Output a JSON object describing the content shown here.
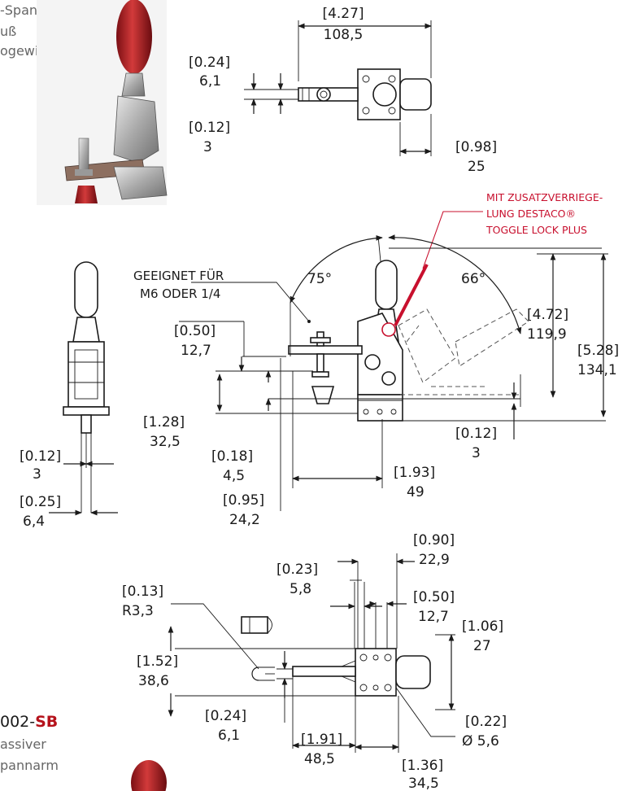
{
  "side_text": {
    "line1": "-Spannarm,",
    "line2": "uß",
    "line3": "ogewinkelt",
    "bottom1": "assiver",
    "bottom2": "pannarm"
  },
  "part_number": {
    "prefix": "002-",
    "suffix": "SB",
    "suffix_color": "#b5121b"
  },
  "callouts": {
    "lock_plus": {
      "line1": "MIT ZUSATZVERRIEGE-",
      "line2": "LUNG DESTACO®",
      "line3": "TOGGLE LOCK PLUS",
      "color": "#c8102e"
    },
    "thread": {
      "line1": "GEEIGNET FÜR",
      "line2": "M6 ODER 1/4"
    }
  },
  "angles": {
    "left": "75°",
    "right": "66°"
  },
  "dims": {
    "top_width": {
      "inch": "[4.27]",
      "mm": "108,5"
    },
    "top_arm_h": {
      "inch": "[0.24]",
      "mm": "6,1"
    },
    "top_arm_t": {
      "inch": "[0.12]",
      "mm": "3"
    },
    "top_handle": {
      "inch": "[0.98]",
      "mm": "25"
    },
    "height_arm": {
      "inch": "[4.72]",
      "mm": "119,9"
    },
    "height_total": {
      "inch": "[5.28]",
      "mm": "134,1"
    },
    "arm_height": {
      "inch": "[0.50]",
      "mm": "12,7"
    },
    "spindle_h": {
      "inch": "[1.28]",
      "mm": "32,5"
    },
    "spindle_off": {
      "inch": "[0.18]",
      "mm": "4,5"
    },
    "spindle_len": {
      "inch": "[0.95]",
      "mm": "24,2"
    },
    "reach": {
      "inch": "[1.93]",
      "mm": "49"
    },
    "base_t": {
      "inch": "[0.12]",
      "mm": "3"
    },
    "end_t": {
      "inch": "[0.12]",
      "mm": "3"
    },
    "end_w": {
      "inch": "[0.25]",
      "mm": "6,4"
    },
    "base_w": {
      "inch": "[0.90]",
      "mm": "22,9"
    },
    "hole_sp": {
      "inch": "[0.23]",
      "mm": "5,8"
    },
    "hole_sp2": {
      "inch": "[0.50]",
      "mm": "12,7"
    },
    "base_d": {
      "inch": "[1.06]",
      "mm": "27"
    },
    "radius": {
      "inch": "[0.13]",
      "mm": "R3,3"
    },
    "slot_len": {
      "inch": "[1.52]",
      "mm": "38,6"
    },
    "slot_w": {
      "inch": "[0.24]",
      "mm": "6,1"
    },
    "slot_reach": {
      "inch": "[1.91]",
      "mm": "48,5"
    },
    "hole_d": {
      "inch": "[0.22]",
      "mm": "Ø 5,6"
    },
    "base_total": {
      "inch": "[1.36]",
      "mm": "34,5"
    }
  }
}
